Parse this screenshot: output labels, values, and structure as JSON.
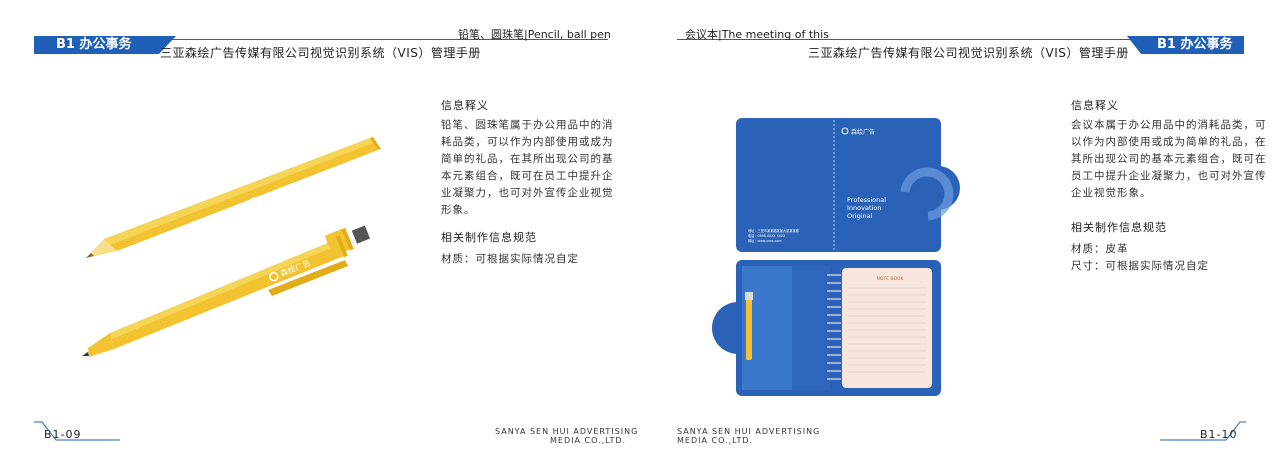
{
  "colors": {
    "brand_blue": "#1f5fb8",
    "pen_yellow": "#f2c230",
    "text": "#333333"
  },
  "left": {
    "section_tab": "B1  办公事务",
    "company_line": "三亚森绘广告传媒有限公司视觉识别系统（VIS）管理手册",
    "subtitle": "铅笔、圆珠笔|Pencil, ball pen",
    "info_title": "信息释义",
    "info_body": "铅笔、圆珠笔属于办公用品中的消\n耗品类，可以作为内部使用或成为\n简单的礼品，在其所出现公司的基\n本元素组合，既可在员工中提升企\n业凝聚力，也可对外宣传企业视觉\n形象。",
    "spec_title": "相关制作信息规范",
    "spec_items": [
      "材质：可根据实际情况自定"
    ],
    "page_number": "B1-09",
    "footer_company_l1": "SANYA SEN HUI ADVERTISING",
    "footer_company_l2": "MEDIA CO.,LTD."
  },
  "right": {
    "section_tab": "B1  办公事务",
    "company_line": "三亚森绘广告传媒有限公司视觉识别系统（VIS）管理手册",
    "subtitle": "会议本|The meeting of this",
    "info_title": "信息释义",
    "info_body": "会议本属于办公用品中的消耗品类，可\n以作为内部使用或成为简单的礼品，在\n其所出现公司的基本元素组合，既可在\n员工中提升企业凝聚力，也可对外宣传\n企业视觉形象。",
    "spec_title": "相关制作信息规范",
    "spec_items": [
      "材质：皮革",
      "尺寸：可根据实际情况自定"
    ],
    "page_number": "B1-10",
    "footer_company_l1": "SANYA SEN HUI ADVERTISING",
    "footer_company_l2": "MEDIA CO.,LTD."
  },
  "notebook": {
    "cover_brand": "森绘广告",
    "cover_tagline_1": "Professional",
    "cover_tagline_2": "Innovation",
    "cover_tagline_3": "Original",
    "cover_small_line_1": "地址：三亚市某某路某某大厦某某楼",
    "cover_small_line_2": "电话：0898-XXXX XXXX",
    "cover_small_line_3": "网址：www.xxxx.com",
    "page_header": "NOTE BOOK"
  },
  "pen_brand": "森绘广告"
}
